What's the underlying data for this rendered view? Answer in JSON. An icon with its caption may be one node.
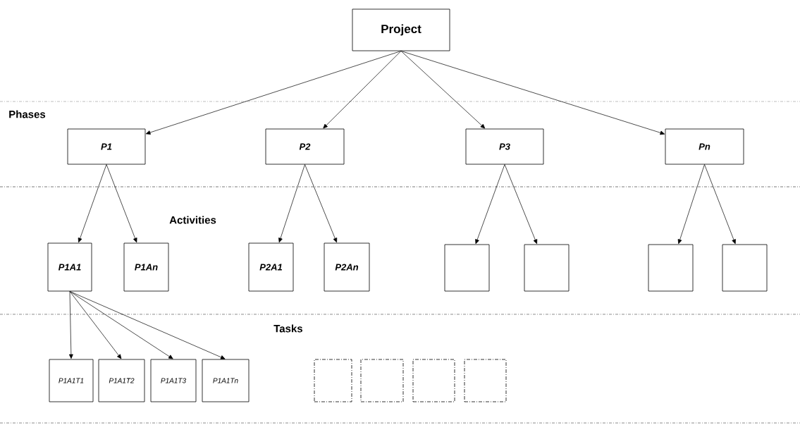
{
  "diagram": {
    "nodes": [
      {
        "text": [
          "Project"
        ]
      },
      {
        "text": [
          "P1"
        ]
      },
      {
        "text": [
          "P2"
        ]
      },
      {
        "text": [
          "P3"
        ]
      },
      {
        "text": [
          "Pn"
        ]
      },
      {
        "text": [
          "P1A1"
        ]
      },
      {
        "text": [
          "P1An"
        ]
      },
      {
        "text": [
          "P2A1"
        ]
      },
      {
        "text": [
          "P2An"
        ]
      },
      {
        "text": [],
        "shape": "box"
      },
      {
        "text": [],
        "shape": "box"
      },
      {
        "text": [],
        "shape": "box"
      },
      {
        "text": [],
        "shape": "box"
      },
      {
        "text": [
          "P1A1T1"
        ]
      },
      {
        "text": [
          "P1A1T2"
        ]
      },
      {
        "text": [
          "P1A1T3"
        ]
      },
      {
        "text": [
          "P1A1Tn"
        ]
      },
      {
        "text": [],
        "shape": "box"
      },
      {
        "text": [],
        "shape": "box"
      },
      {
        "text": [],
        "shape": "box"
      },
      {
        "text": [],
        "shape": "box"
      }
    ],
    "edges": [
      {
        "from": 0,
        "to": 1,
        "arrow": "to"
      },
      {
        "from": 0,
        "to": 2,
        "arrow": "to"
      },
      {
        "from": 0,
        "to": 3,
        "arrow": "to"
      },
      {
        "from": 0,
        "to": 4,
        "arrow": "to"
      },
      {
        "from": 1,
        "to": 5,
        "arrow": "to"
      },
      {
        "from": 1,
        "to": 6,
        "arrow": "to"
      },
      {
        "from": 2,
        "to": 7,
        "arrow": "to"
      },
      {
        "from": 2,
        "to": 8,
        "arrow": "to"
      },
      {
        "from": 3,
        "to": 9,
        "arrow": "to"
      },
      {
        "from": 3,
        "to": 10,
        "arrow": "to"
      },
      {
        "from": 4,
        "to": 11,
        "arrow": "to"
      },
      {
        "from": 4,
        "to": 12,
        "arrow": "to"
      },
      {
        "from": 5,
        "to": 13,
        "arrow": "to"
      },
      {
        "from": 5,
        "to": 14,
        "arrow": "to"
      },
      {
        "from": 5,
        "to": 15,
        "arrow": "to"
      },
      {
        "from": 5,
        "to": 16,
        "arrow": "to"
      }
    ],
    "labels": [
      "Phases",
      "Activities",
      "Tasks"
    ]
  }
}
